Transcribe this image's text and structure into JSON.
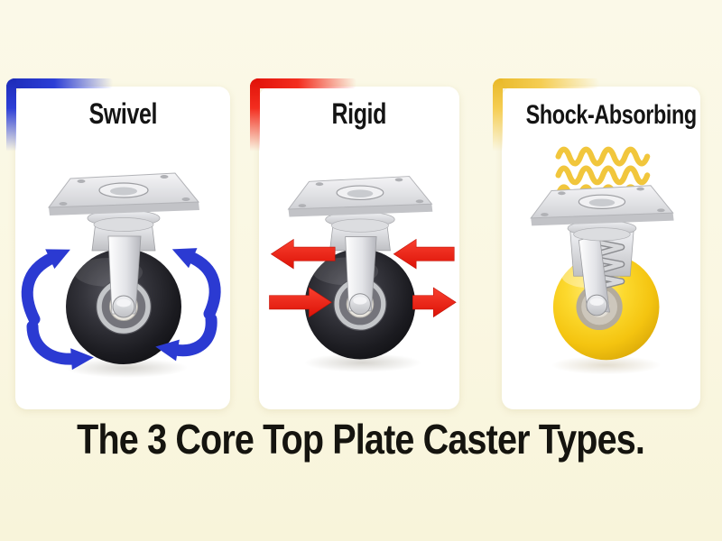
{
  "background": {
    "color": "#faf7e2"
  },
  "panels": [
    {
      "title": "Swivel",
      "accent_color": "#2c3ed6",
      "wheel_color": "#232227",
      "annotation_icon": "rotation-arrows-icon",
      "annotation_color": "#2b3ad2"
    },
    {
      "title": "Rigid",
      "accent_color": "#ee1d15",
      "wheel_color": "#232227",
      "annotation_icon": "straight-arrows-icon",
      "annotation_color": "#ee1c12"
    },
    {
      "title": "Shock-Absorbing",
      "accent_color": "#f2c63e",
      "wheel_color": "#f6c90d",
      "annotation_icon": "shock-waves-icon",
      "annotation_color": "#f1c63c"
    }
  ],
  "caption": {
    "text": "The 3 Core Top Plate Caster Types.",
    "color": "#15140f"
  }
}
